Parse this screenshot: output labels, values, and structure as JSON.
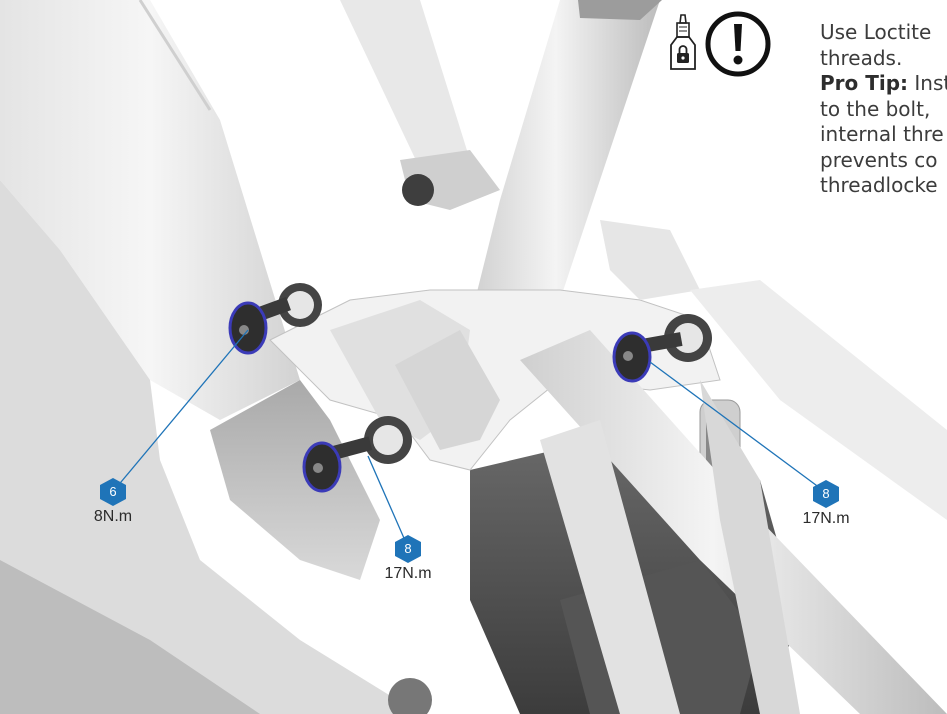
{
  "instructions": {
    "line1": "Use Loctite",
    "line2": "threads.",
    "pro_tip_label": "Pro Tip:",
    "pro_tip_line1": " Inst",
    "line4": "to the bolt,",
    "line5": "internal thre",
    "line6": "prevents co",
    "line7": "threadlocke"
  },
  "callouts": [
    {
      "size": "6",
      "torque": "8N.m"
    },
    {
      "size": "8",
      "torque": "17N.m"
    },
    {
      "size": "8",
      "torque": "17N.m"
    }
  ],
  "icons": {
    "threadlocker": "threadlocker-bottle-icon",
    "warning": "exclamation-warning-icon"
  },
  "colors": {
    "accent": "#1f74b8",
    "bolt_ring": "#3b3bb8",
    "frame_light": "#f0f0f0",
    "frame_shadow": "#9a9a9a",
    "dark_part": "#4a4a4a"
  }
}
